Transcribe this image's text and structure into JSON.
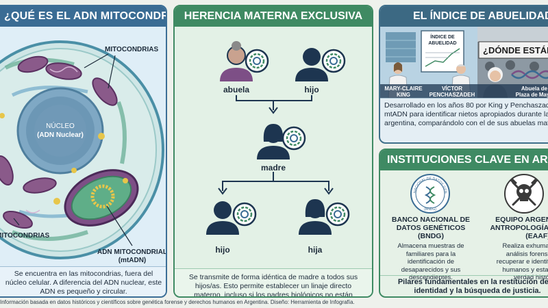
{
  "panel1": {
    "title": "¿Qué es el ADN mitocondrial?",
    "labels": {
      "mitochondria_top": "MITOCONDRIAS",
      "nucleus": "NÚCLEO",
      "nucleus_sub": "(ADN Nuclear)",
      "mitochondria_bottom": "MITOCONDRIAS",
      "mtdna": "ADN MITOCONDRIAL",
      "mtdna_sub": "(mtADN)"
    },
    "description": "Se encuentra en las mitocondrias, fuera del núcleo celular. A diferencia del ADN nuclear, este ADN es pequeño y circular."
  },
  "panel2": {
    "title": "Herencia materna exclusiva",
    "nodes": {
      "grandmother": "abuela",
      "son_top": "hijo",
      "mother": "madre",
      "son": "hijo",
      "daughter": "hija"
    },
    "description": "Se transmite de forma idéntica de madre a todos sus hijos/as. Esto permite establecer un linaje directo materno, incluso si los padres biológicos no están presentes."
  },
  "panel3": {
    "title": "El índice de abuelidad",
    "board_title_1": "ÍNDICE DE",
    "board_title_2": "ABUELIDAD",
    "banner": "¿DÓNDE ESTÁN",
    "captions": {
      "person1_a": "MARY-CLAIRE",
      "person1_b": "KING",
      "person2_a": "VÍCTOR",
      "person2_b": "PENCHASZADEH",
      "person3_a": "Abuela de",
      "person3_b": "Plaza de Mayo"
    },
    "description_lines": [
      "Desarrollado en los años 80 por King y Penchaszadeh, uti",
      "mtADN para identificar nietos apropiados durante la dicta",
      "argentina, comparándolo con el de sus abuelas matern"
    ]
  },
  "panel4": {
    "title": "Instituciones clave en Argentina",
    "institutions": [
      {
        "seal_text": "BANCO NACIONAL DE DATOS GENÉTICOS",
        "seal_abbr": "(BNDG)",
        "name_lines": [
          "BANCO NACIONAL DE",
          "DATOS GENÉTICOS",
          "(BNDG)"
        ],
        "desc_lines": [
          "Almacena muestras de",
          "familiares para la",
          "identificación de",
          "desaparecidos y sus",
          "descendientes."
        ]
      },
      {
        "name_lines": [
          "EQUIPO ARGENTINO DE",
          "ANTROPOLOGÍA FORENSE",
          "(EAAF)"
        ],
        "desc_lines": [
          "Realiza exhumaciones y",
          "análisis forenses para",
          "recuperar e identificar restos",
          "humanos y establecer la",
          "verdad histórica."
        ]
      }
    ],
    "closing_lines": [
      "Pilares fundamentales en la restitución de la",
      "identidad y la búsqueda de justicia."
    ]
  },
  "footer": "Información basada en datos históricos y científicos sobre genética forense y derechos humanos en Argentina. Diseño: Herramienta de Infografía.",
  "colors": {
    "blue_header": "#3a6c94",
    "green_header": "#3f8a63",
    "person": "#1d3550",
    "mitochondria": "#8a5a8a",
    "dna_yellow": "#e8c64a"
  }
}
